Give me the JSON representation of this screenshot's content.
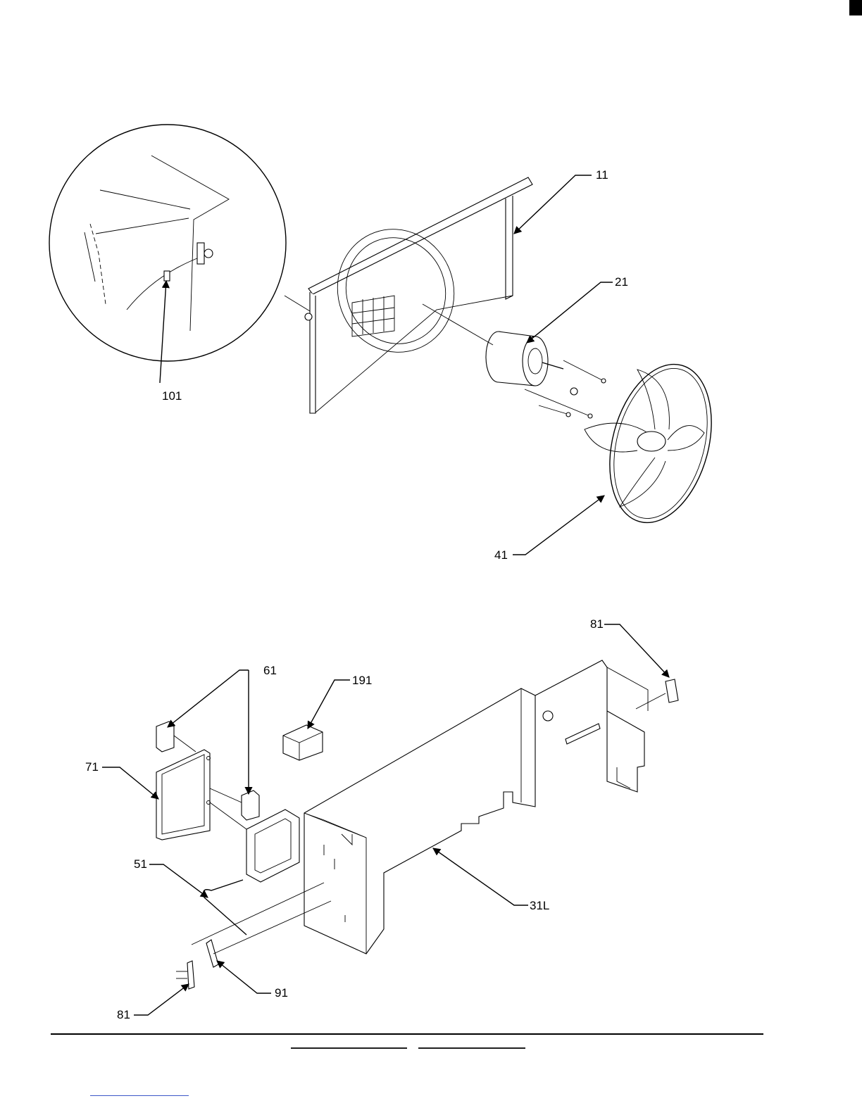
{
  "callouts": {
    "c11": "11",
    "c21": "21",
    "c41": "41",
    "c101": "101",
    "c81_top": "81",
    "c61": "61",
    "c191": "191",
    "c71": "71",
    "c51": "51",
    "c31l": "31L",
    "c91": "91",
    "c81_bottom": "81"
  },
  "colors": {
    "line": "#000000",
    "footer_link": "#3b56c8"
  }
}
